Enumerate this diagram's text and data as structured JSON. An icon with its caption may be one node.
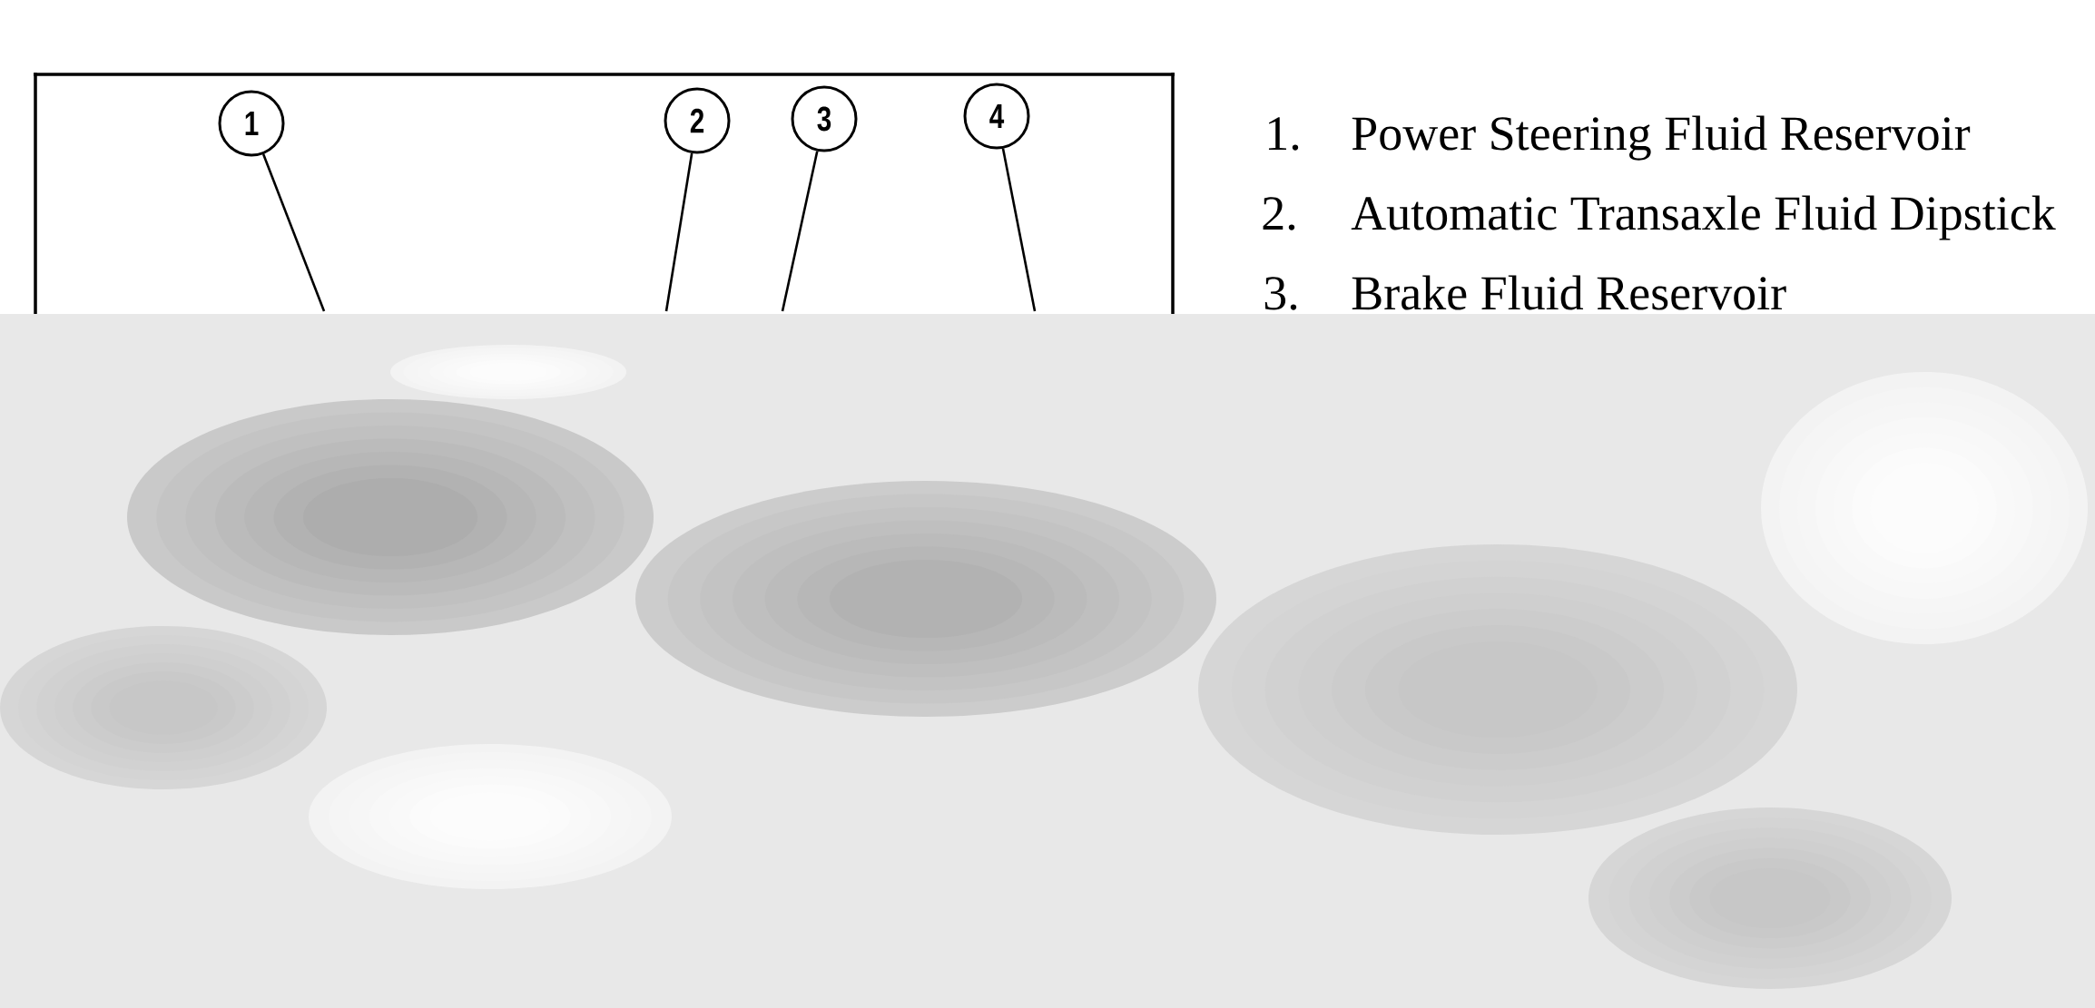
{
  "diagram": {
    "nodes": [
      {
        "text": [
          "1"
        ]
      },
      {
        "text": [
          "2"
        ]
      },
      {
        "text": [
          "3"
        ]
      },
      {
        "text": [
          "4"
        ]
      }
    ],
    "edges": [
      {
        "from": 0,
        "to": null,
        "arrow": "none"
      },
      {
        "from": 1,
        "to": null,
        "arrow": "none"
      },
      {
        "from": 2,
        "to": null,
        "arrow": "none"
      },
      {
        "from": 3,
        "to": null,
        "arrow": "none"
      }
    ],
    "labels": [
      "1.",
      "Power Steering Fluid Reservoir",
      "2.",
      "Automatic Transaxle Fluid Dipstick",
      "3.",
      "Brake Fluid Reservoir"
    ]
  }
}
